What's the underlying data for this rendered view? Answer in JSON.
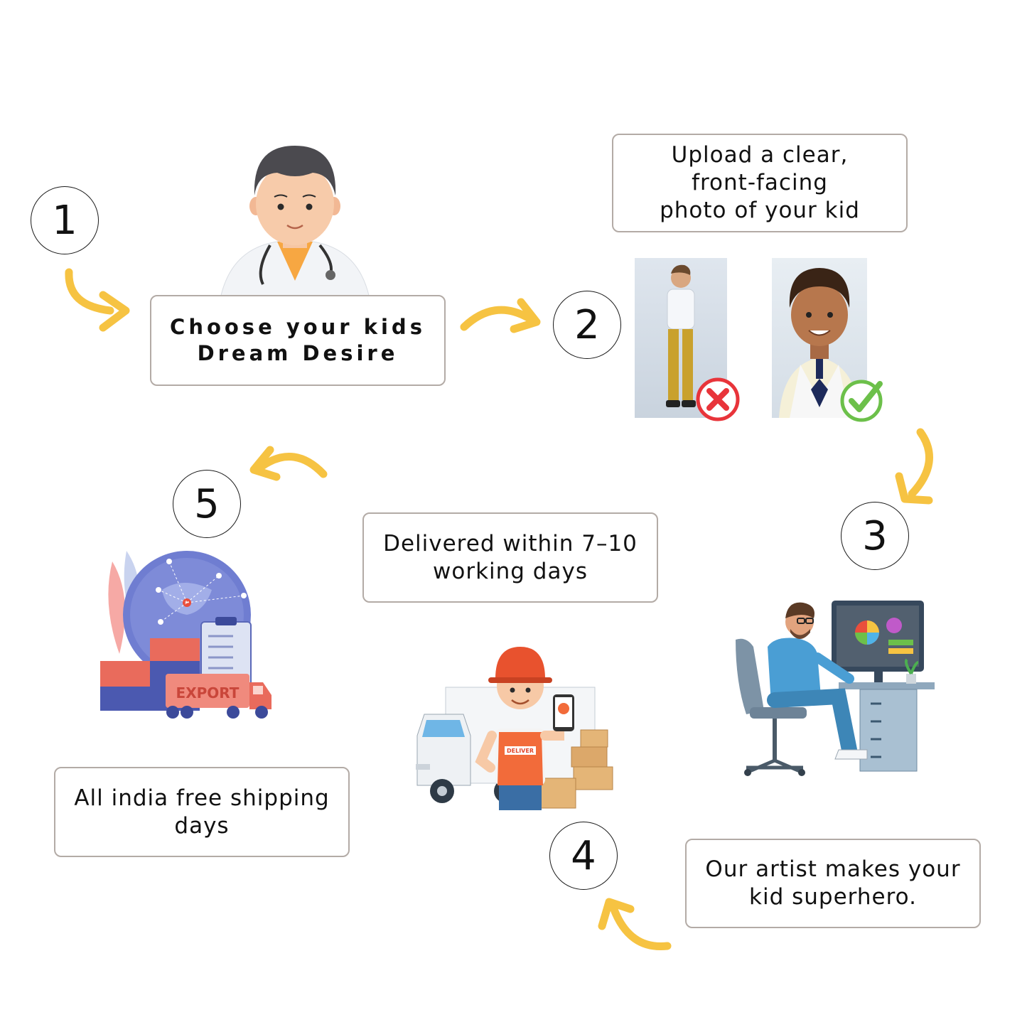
{
  "steps": [
    {
      "number": "1",
      "lines": [
        "Choose your kids",
        "Dream Desire"
      ]
    },
    {
      "number": "2",
      "lines": [
        "Upload a clear,",
        "front-facing",
        "photo of your kid"
      ]
    },
    {
      "number": "3",
      "lines": [
        "Our artist makes your",
        "kid superhero."
      ]
    },
    {
      "number": "4",
      "lines": [
        "Delivered within 7–10",
        "working days"
      ]
    },
    {
      "number": "5",
      "lines": [
        "All india free shipping",
        "days"
      ]
    }
  ],
  "illustrations": {
    "doctor": "doctor-avatar",
    "photo_bad": "full-body-photo-with-cross-icon",
    "photo_good": "front-facing-photo-with-check-icon",
    "artist": "artist-at-computer",
    "delivery": "delivery-man-with-truck-and-boxes",
    "export": "globe-export-truck",
    "export_label": "EXPORT",
    "deliver_label": "DELIVER"
  },
  "colors": {
    "arrow": "#f6c342",
    "border": "#b3aba6",
    "cross": "#e8343a",
    "check": "#6cc04a"
  }
}
